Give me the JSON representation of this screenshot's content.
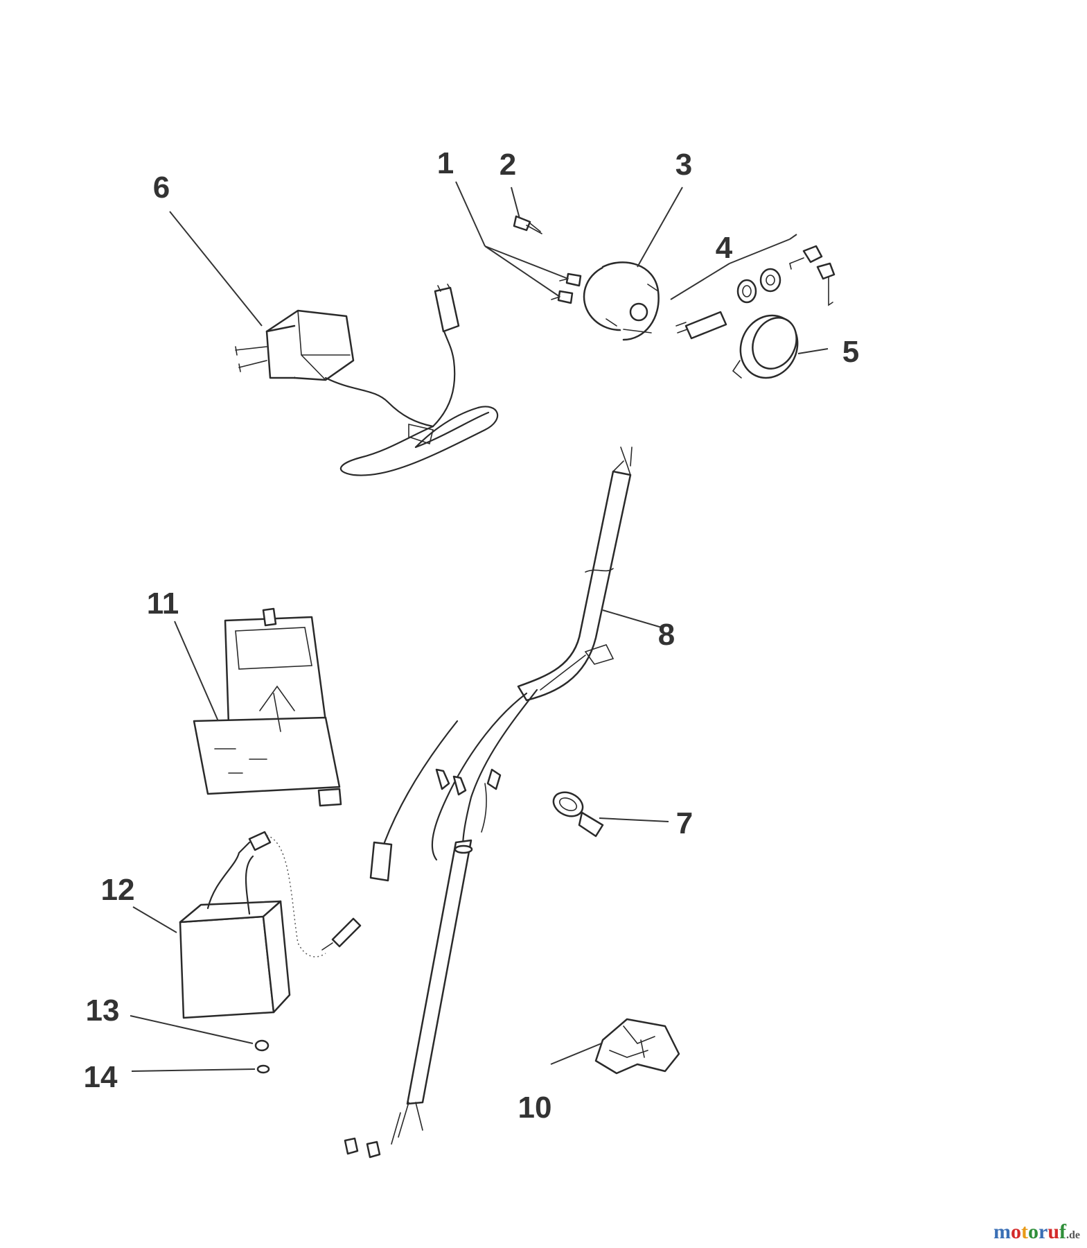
{
  "labels": {
    "l1": "1",
    "l2": "2",
    "l3": "3",
    "l4": "4",
    "l5": "5",
    "l6": "6",
    "l7": "7",
    "l8": "8",
    "l10": "10",
    "l11": "11",
    "l12": "12",
    "l13": "13",
    "l14": "14"
  },
  "watermark": {
    "main": "motoruf",
    "tld": ".de",
    "colors": [
      "#3a6fb5",
      "#d42a2a",
      "#e89a18",
      "#2f8f3a",
      "#3a6fb5",
      "#d42a2a",
      "#2f8f3a"
    ]
  }
}
